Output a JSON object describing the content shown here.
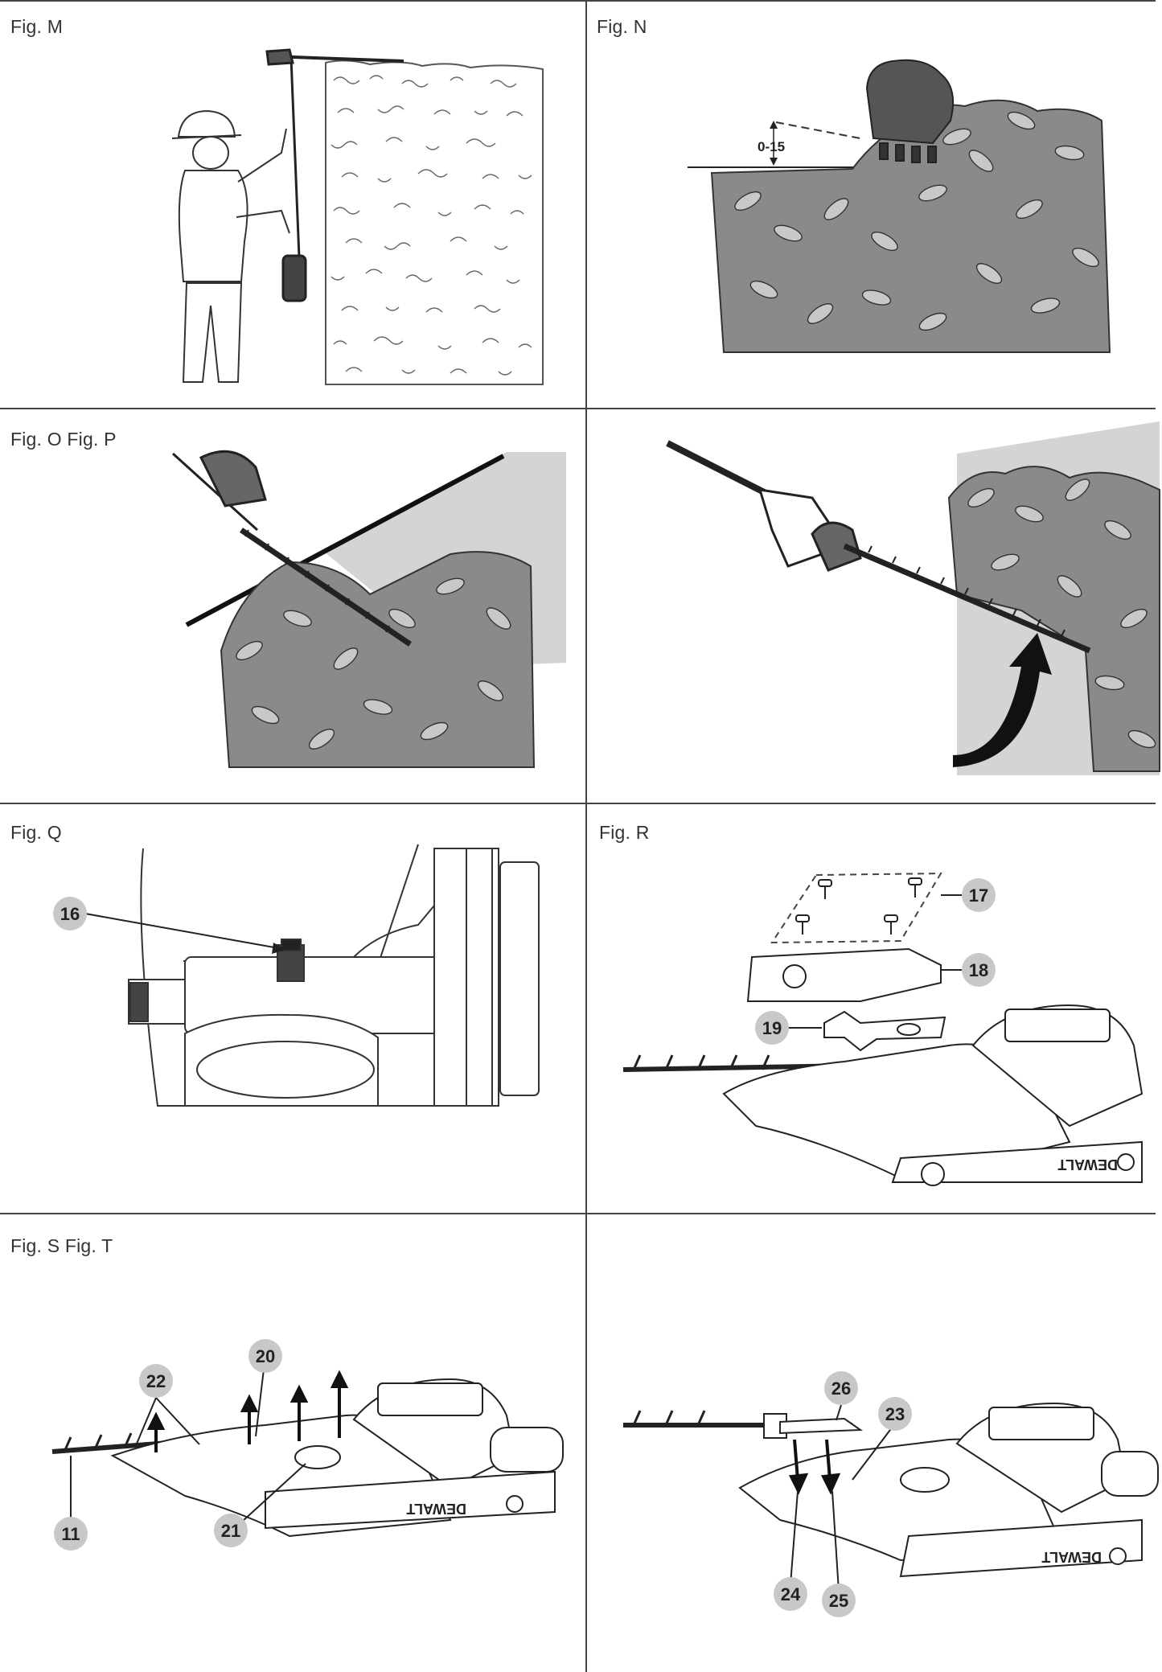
{
  "figures": {
    "m": {
      "label": "Fig. M"
    },
    "n": {
      "label": "Fig. N",
      "dimension": "0-15"
    },
    "op": {
      "label": "Fig. O Fig. P"
    },
    "q": {
      "label": "Fig. Q",
      "callouts": [
        "16"
      ]
    },
    "r": {
      "label": "Fig. R",
      "callouts": [
        "17",
        "18",
        "19"
      ],
      "brand": "DEWALT"
    },
    "st": {
      "label": "Fig. S Fig. T",
      "callouts_s": [
        "22",
        "20",
        "11",
        "21"
      ],
      "callouts_t": [
        "26",
        "23",
        "24",
        "25"
      ],
      "brand": "DEWALT"
    }
  },
  "colors": {
    "line": "#444444",
    "callout_fill": "#c8c8c8",
    "shade": "#d4d4d4",
    "foliage": "#8a8a8a"
  }
}
